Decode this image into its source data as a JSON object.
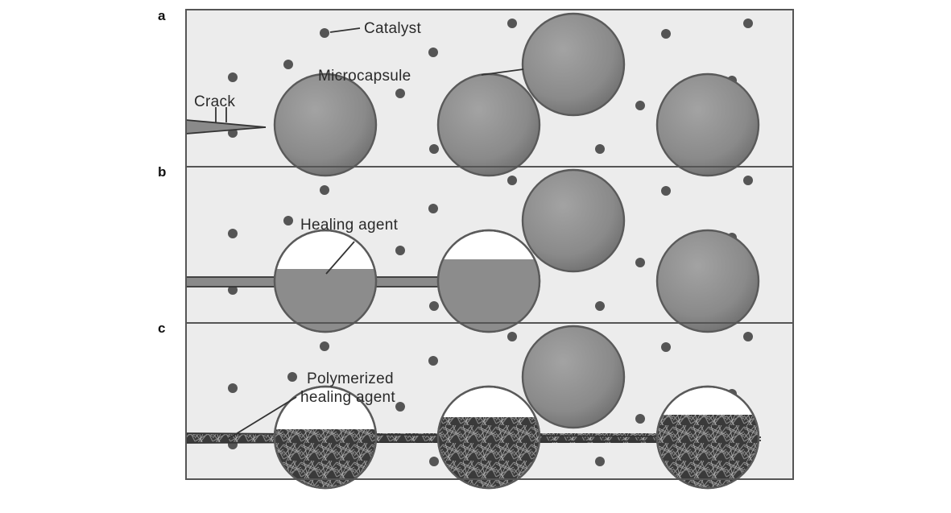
{
  "panels": [
    {
      "letter": "a"
    },
    {
      "letter": "b"
    },
    {
      "letter": "c"
    }
  ],
  "callouts": {
    "catalyst": "Catalyst",
    "microcapsule": "Microcapsule",
    "crack": "Crack",
    "healing_agent": "Healing agent",
    "polymerized_line1": "Polymerized",
    "polymerized_line2": "healing agent"
  },
  "colors": {
    "panel_background": "#ececec",
    "capsule": "#8f8f8f",
    "catalyst_dot": "#555555",
    "frame": "#555555"
  }
}
